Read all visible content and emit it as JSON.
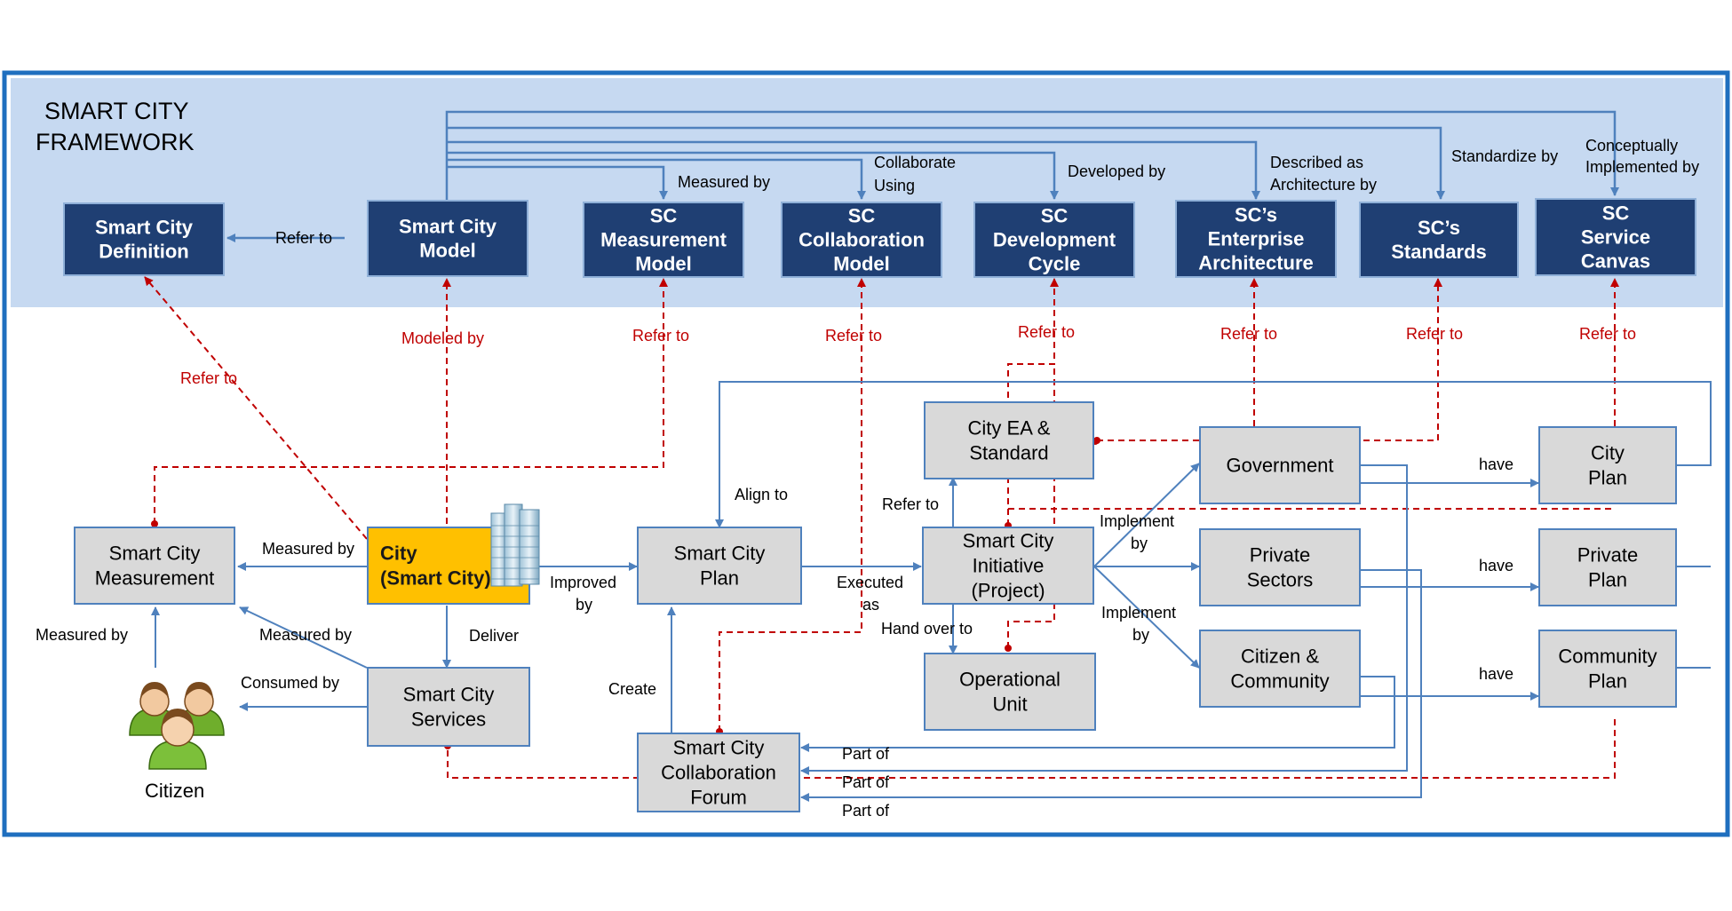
{
  "framework_title": [
    "SMART CITY",
    "FRAMEWORK"
  ],
  "colors": {
    "frame_border": "#1f6fbf",
    "framework_band": "#c6d9f1",
    "dark_box": "#1f3f73",
    "light_box": "#d9d9d9",
    "city_box": "#ffc000",
    "blue_link": "#4f81bd",
    "red_link": "#c00000",
    "red_label": "#c00000"
  },
  "framework_boxes": [
    {
      "id": "def",
      "lines": [
        "Smart City",
        "Definition"
      ]
    },
    {
      "id": "model",
      "lines": [
        "Smart City",
        "Model"
      ]
    },
    {
      "id": "meas",
      "lines": [
        "SC",
        "Measurement",
        "Model"
      ]
    },
    {
      "id": "collab",
      "lines": [
        "SC",
        "Collaboration",
        "Model"
      ]
    },
    {
      "id": "dev",
      "lines": [
        "SC",
        "Development",
        "Cycle"
      ]
    },
    {
      "id": "ea",
      "lines": [
        "SC’s",
        "Enterprise",
        "Architecture"
      ]
    },
    {
      "id": "std",
      "lines": [
        "SC’s",
        "Standards"
      ]
    },
    {
      "id": "canvas",
      "lines": [
        "SC",
        "Service",
        "Canvas"
      ]
    }
  ],
  "framework_labels": {
    "refer_to": "Refer to",
    "measured_by": "Measured by",
    "collaborate_using": [
      "Collaborate",
      "Using"
    ],
    "developed_by": "Developed by",
    "described_as": [
      "Described as",
      "Architecture by"
    ],
    "standardize_by": "Standardize by",
    "conceptually": [
      "Conceptually",
      "Implemented by"
    ]
  },
  "lower_boxes": [
    {
      "id": "measurement",
      "lines": [
        "Smart City",
        "Measurement"
      ]
    },
    {
      "id": "city",
      "lines": [
        "City",
        "(Smart City)"
      ]
    },
    {
      "id": "plan",
      "lines": [
        "Smart City",
        "Plan"
      ]
    },
    {
      "id": "initiative",
      "lines": [
        "Smart City",
        "Initiative",
        "(Project)"
      ]
    },
    {
      "id": "city_ea",
      "lines": [
        "City EA &",
        "Standard"
      ]
    },
    {
      "id": "operational",
      "lines": [
        "Operational",
        "Unit"
      ]
    },
    {
      "id": "services",
      "lines": [
        "Smart City",
        "Services"
      ]
    },
    {
      "id": "forum",
      "lines": [
        "Smart City",
        "Collaboration",
        "Forum"
      ]
    },
    {
      "id": "government",
      "lines": [
        "Government"
      ]
    },
    {
      "id": "private",
      "lines": [
        "Private",
        "Sectors"
      ]
    },
    {
      "id": "community",
      "lines": [
        "Citizen &",
        "Community"
      ]
    },
    {
      "id": "city_plan",
      "lines": [
        "City",
        "Plan"
      ]
    },
    {
      "id": "private_plan",
      "lines": [
        "Private",
        "Plan"
      ]
    },
    {
      "id": "community_plan",
      "lines": [
        "Community",
        "Plan"
      ]
    }
  ],
  "red_labels": {
    "refer_to": "Refer to",
    "modeled_by": "Modeled by"
  },
  "blue_labels": {
    "measured_by": "Measured by",
    "improved_by": [
      "Improved",
      "by"
    ],
    "align_to": "Align to",
    "executed_as": [
      "Executed",
      "as"
    ],
    "refer_to": "Refer to",
    "implement_by": [
      "Implement",
      "by"
    ],
    "hand_over_to": "Hand over to",
    "have": "have",
    "deliver": "Deliver",
    "consumed_by": "Consumed by",
    "create": "Create",
    "part_of": "Part of"
  },
  "citizen_label": "Citizen",
  "icons": {
    "citizen": "people-group-icon",
    "city": "skyscraper-icon"
  }
}
